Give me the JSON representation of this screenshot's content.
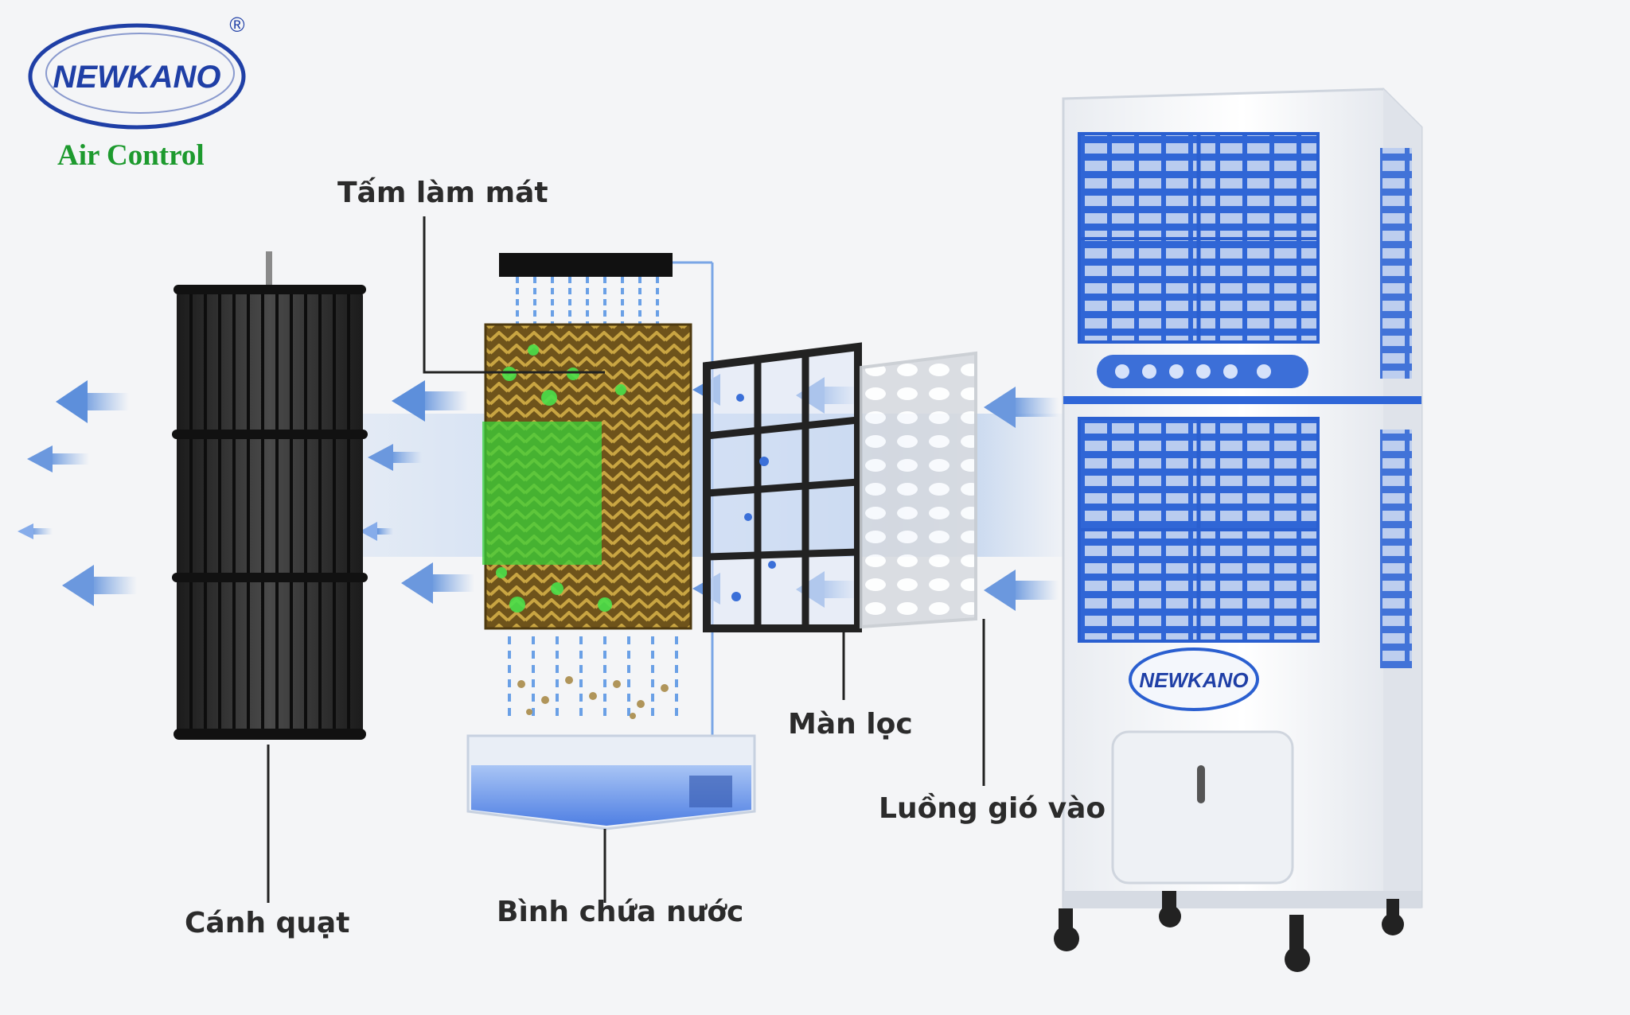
{
  "brand": {
    "logo_text": "NEWKANO",
    "registered_mark": "®",
    "tagline": "Air Control"
  },
  "labels": {
    "cooling_pad": "Tấm làm mát",
    "fan_blade": "Cánh quạt",
    "water_tank": "Bình chứa nước",
    "filter": "Màn lọc",
    "airflow_in": "Luồng gió vào"
  },
  "product": {
    "badge_text": "NEWKANO"
  },
  "colors": {
    "brand_blue": "#1f3fa6",
    "tagline_green": "#1d9a2e",
    "airflow_blue": "#5b8fd6",
    "cooling_green": "#3ad13a",
    "pad_brown": "#8a6a1e",
    "unit_blue": "#2f66d8"
  }
}
